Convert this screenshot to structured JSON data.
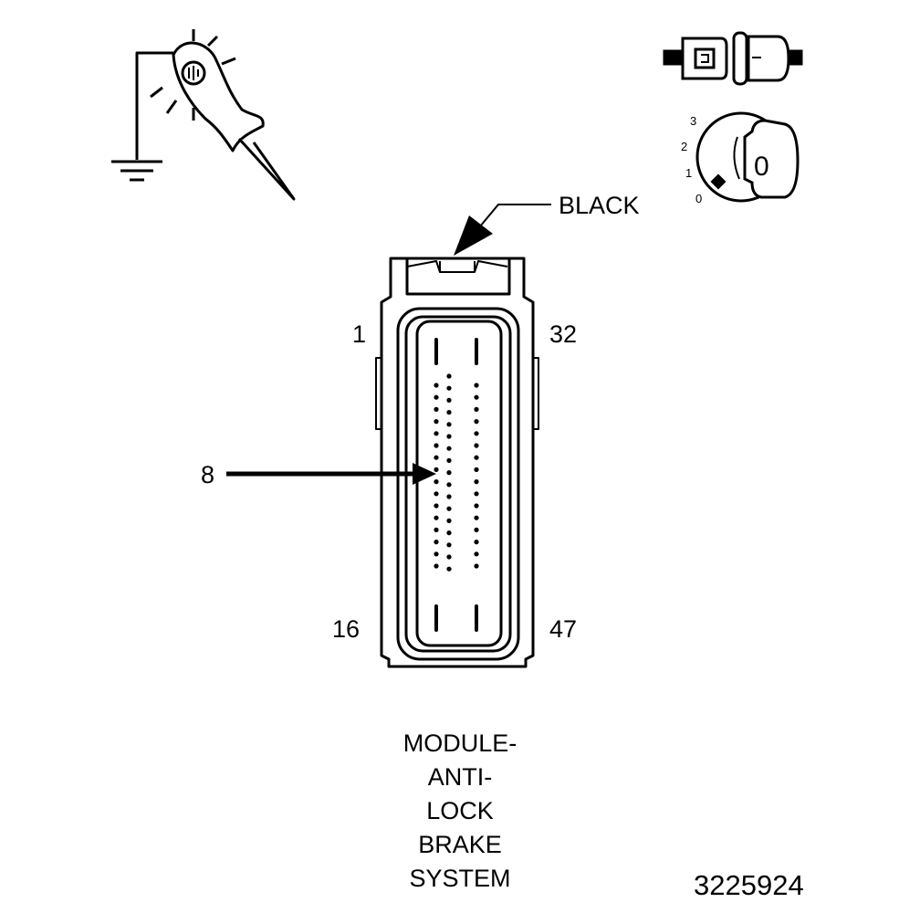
{
  "wire_color_label": "BLACK",
  "pin_labels": {
    "top_left": "1",
    "top_right": "32",
    "bottom_left": "16",
    "bottom_right": "47"
  },
  "callout_pin": "8",
  "caption_lines": [
    "MODULE-",
    "ANTI-",
    "LOCK",
    "BRAKE",
    "SYSTEM"
  ],
  "figure_number": "3225924",
  "ignition_positions": [
    "3",
    "2",
    "1",
    "0"
  ],
  "ignition_key_label": "0",
  "icons": [
    "test-light-probe-icon",
    "ground-symbol-icon",
    "disconnected-connector-icon",
    "ignition-switch-off-icon"
  ],
  "colors": {
    "ink": "#000000",
    "background": "#ffffff"
  }
}
